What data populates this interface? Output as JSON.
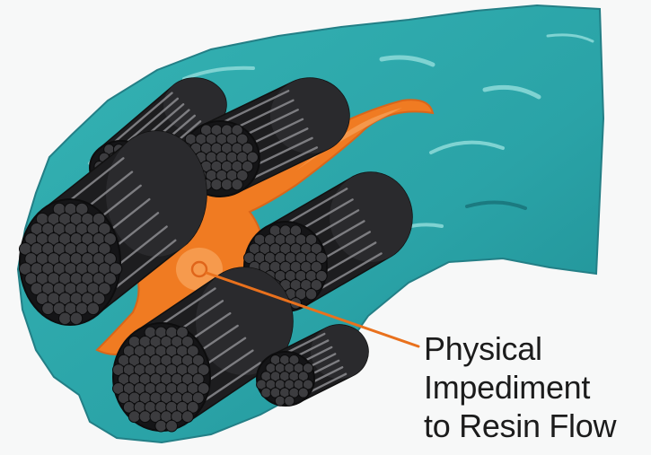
{
  "callout": {
    "line_1": "Physical",
    "line_2": "Impediment",
    "line_3": "to Resin Flow"
  },
  "colors": {
    "background": "#f7f8f8",
    "matrix": "#2aa3a7",
    "matrix_highlight": "#7fd3d2",
    "fiber_dark": "#1d1d1f",
    "fiber_face": "#3c3c3f",
    "fiber_streak": "#8c8c90",
    "resin": "#f07b22",
    "resin_light": "#f7a259",
    "leader_line": "#e9711d",
    "text": "#1c1c1c"
  }
}
